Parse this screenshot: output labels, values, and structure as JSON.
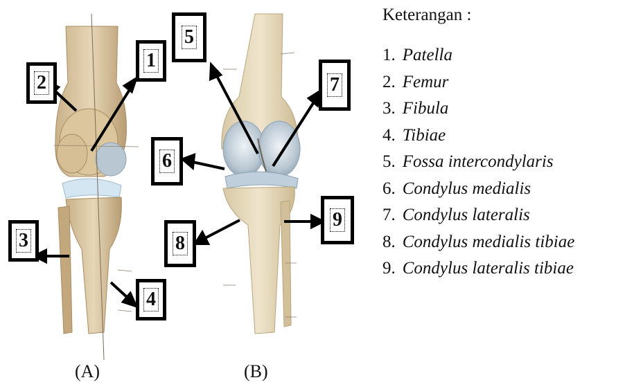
{
  "legend": {
    "title": "Keterangan :",
    "items": [
      {
        "num": "1.",
        "term": "Patella"
      },
      {
        "num": "2.",
        "term": "Femur"
      },
      {
        "num": "3.",
        "term": "Fibula"
      },
      {
        "num": "4.",
        "term": "Tibiae"
      },
      {
        "num": "5.",
        "term": "Fossa intercondylaris"
      },
      {
        "num": "6.",
        "term": "Condylus medialis"
      },
      {
        "num": "7.",
        "term": "Condylus lateralis"
      },
      {
        "num": "8.",
        "term": "Condylus medialis tibiae"
      },
      {
        "num": "9.",
        "term": "Condylus lateralis tibiae"
      }
    ]
  },
  "callouts": {
    "c1": "1",
    "c2": "2",
    "c3": "3",
    "c4": "4",
    "c5": "5",
    "c6": "6",
    "c7": "7",
    "c8": "8",
    "c9": "9"
  },
  "panels": {
    "a": "(A)",
    "b": "(B)"
  }
}
